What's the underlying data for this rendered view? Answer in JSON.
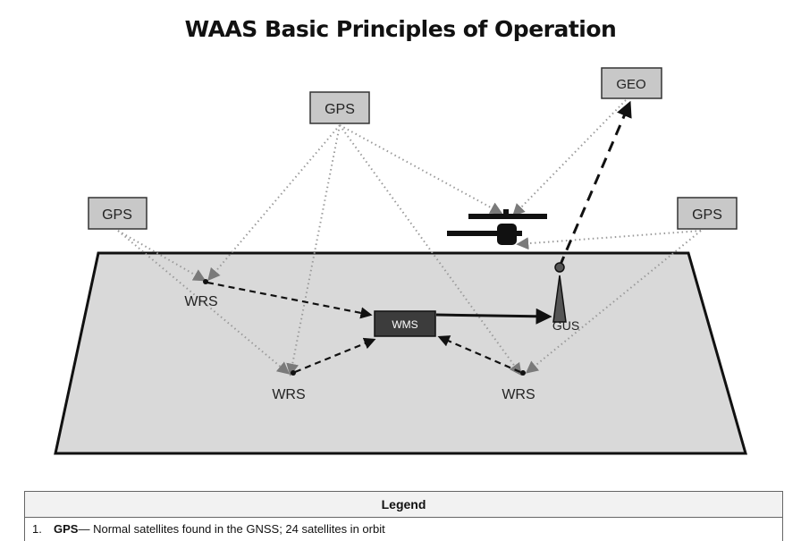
{
  "title": "WAAS Basic Principles of Operation",
  "nodes": {
    "gps_top": "GPS",
    "gps_left": "GPS",
    "gps_right": "GPS",
    "geo": "GEO",
    "wms": "WMS",
    "gus": "GUS",
    "wrs_left": "WRS",
    "wrs_bottom_left": "WRS",
    "wrs_bottom_right": "WRS"
  },
  "colors": {
    "satellite_box": "#c8c8c8",
    "ground_plane": "#d9d9d9",
    "wms_box": "#3c3c3c",
    "signal_lines": "#9a9a9a"
  },
  "legend": {
    "header": "Legend",
    "items": [
      {
        "num": "1.",
        "term": "GPS",
        "sep": "— ",
        "desc": "Normal satellites found in the GNSS; 24 satellites in orbit"
      }
    ]
  }
}
